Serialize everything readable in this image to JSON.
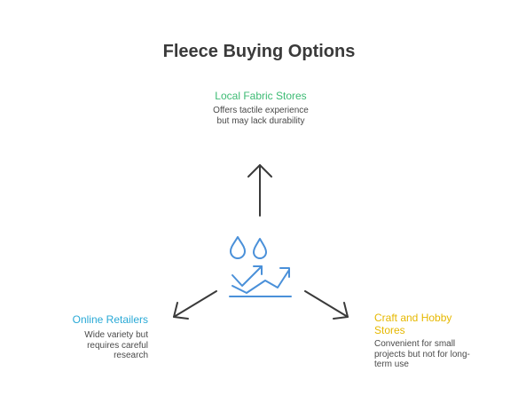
{
  "title": "Fleece Buying Options",
  "options": {
    "top": {
      "label": "Local Fabric Stores",
      "description": "Offers tactile experience but may lack durability",
      "color": "#3dbb74"
    },
    "left": {
      "label": "Online Retailers",
      "description": "Wide variety but requires careful research",
      "color": "#29a9d6"
    },
    "right": {
      "label": "Craft and Hobby Stores",
      "description": "Convenient for small projects but not for long-term use",
      "color": "#e6b800"
    }
  },
  "colors": {
    "arrow": "#3a3a3a",
    "center_icon": "#4a90d9"
  },
  "icons": {
    "center": "water-drops-trend-icon"
  }
}
